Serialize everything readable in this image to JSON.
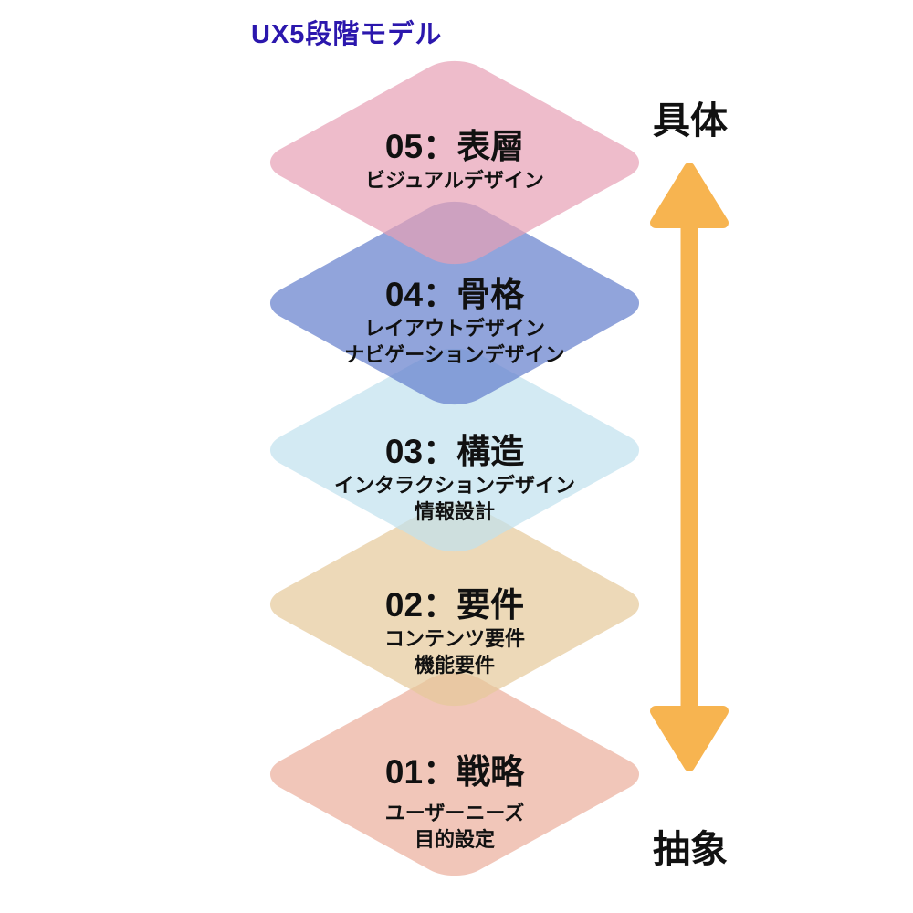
{
  "title": {
    "text": "UX5段階モデル",
    "color": "#2b17ad"
  },
  "scale": {
    "top_label": "具体",
    "bottom_label": "抽象",
    "arrow_icon": "double-headed-vertical-arrow",
    "arrow_color": "#f7b450"
  },
  "layers": [
    {
      "number": "05",
      "heading": "05：表層",
      "sublabels": [
        "ビジュアルデザイン"
      ],
      "fill": "rgba(231,159,181,0.7)",
      "fill_hex_over_white": "#eebccb"
    },
    {
      "number": "04",
      "heading": "04：骨格",
      "sublabels": [
        "レイアウトデザイン",
        "ナビゲーションデザイン"
      ],
      "fill": "rgba(98,126,204,0.7)",
      "fill_hex_over_white": "#91a5db"
    },
    {
      "number": "03",
      "heading": "03：構造",
      "sublabels": [
        "インタラクションデザイン",
        "情報設計"
      ],
      "fill": "rgba(192,225,238,0.7)",
      "fill_hex_over_white": "#d3eaf3"
    },
    {
      "number": "02",
      "heading": "02：要件",
      "sublabels": [
        "コンテンツ要件",
        "機能要件"
      ],
      "fill": "rgba(229,201,154,0.7)",
      "fill_hex_over_white": "#edd9b8"
    },
    {
      "number": "01",
      "heading": "01：戦略",
      "sublabels": [
        "ユーザーニーズ",
        "目的設定"
      ],
      "fill": "rgba(235,174,155,0.7)",
      "fill_hex_over_white": "#f1c6b9"
    }
  ]
}
